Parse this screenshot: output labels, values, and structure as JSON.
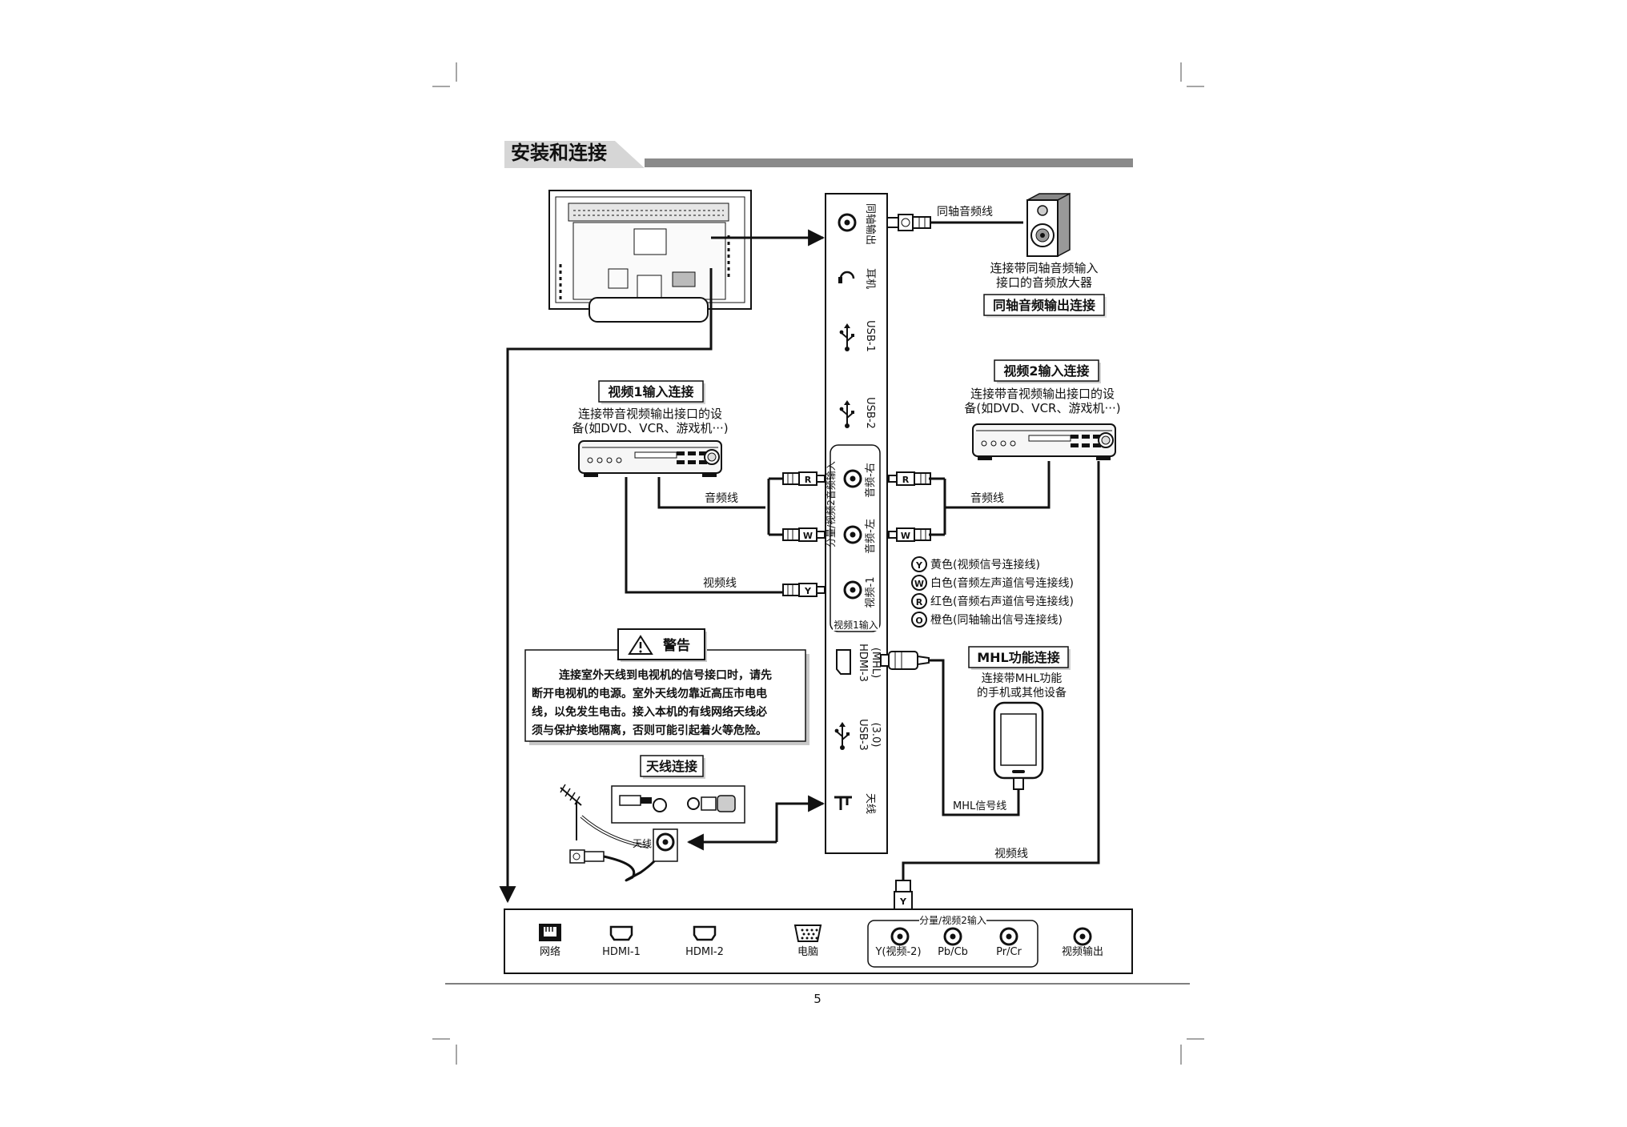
{
  "section_title": "安装和连接",
  "page_number": "5",
  "coax": {
    "port_label": "同轴输出",
    "cable_label": "同轴音频线",
    "desc_line1": "连接带同轴音频输入",
    "desc_line2": "接口的音频放大器",
    "title": "同轴音频输出连接"
  },
  "side_ports": {
    "earphone": "耳机",
    "usb1": "USB-1",
    "usb2": "USB-2",
    "group_label": "分量/视频2音频输入",
    "audio_right": "音频-右",
    "audio_left": "音频-左",
    "video1": "视频-1",
    "video1_group": "视频1输入",
    "hdmi3_line1": "HDMI-3",
    "hdmi3_line2": "(MHL)",
    "usb3_line1": "USB-3",
    "usb3_line2": "(3.0)",
    "antenna": "天线"
  },
  "video1": {
    "title": "视频1输入连接",
    "desc_line1": "连接带音视频输出接口的设",
    "desc_line2": "备(如DVD、VCR、游戏机···)",
    "audio_cable": "音频线",
    "video_cable": "视频线"
  },
  "video2": {
    "title": "视频2输入连接",
    "desc_line1": "连接带音视频输出接口的设",
    "desc_line2": "备(如DVD、VCR、游戏机···)",
    "audio_cable": "音频线",
    "video_cable": "视频线"
  },
  "plug_letters": {
    "r": "R",
    "w": "W",
    "y": "Y"
  },
  "legend": [
    {
      "letter": "Y",
      "text": "黄色(视频信号连接线)"
    },
    {
      "letter": "W",
      "text": "白色(音频左声道信号连接线)"
    },
    {
      "letter": "R",
      "text": "红色(音频右声道信号连接线)"
    },
    {
      "letter": "O",
      "text": "橙色(同轴输出信号连接线)"
    }
  ],
  "warning": {
    "title": "警告",
    "line1": "连接室外天线到电视机的信号接口时，请先",
    "line2": "断开电视机的电源。室外天线勿靠近高压市电电",
    "line3": "线，以免发生电击。接入本机的有线网络天线必",
    "line4": "须与保护接地隔离，否则可能引起着火等危险。"
  },
  "mhl": {
    "title": "MHL功能连接",
    "desc_line1": "连接带MHL功能",
    "desc_line2": "的手机或其他设备",
    "cable": "MHL信号线"
  },
  "antenna_section": {
    "title": "天线连接",
    "jack_label": "天线"
  },
  "bottom_ports": {
    "network": "网络",
    "hdmi1": "HDMI-1",
    "hdmi2": "HDMI-2",
    "pc": "电脑",
    "component_group": "分量/视频2输入",
    "y_video2": "Y(视频-2)",
    "pb": "Pb/Cb",
    "pr": "Pr/Cr",
    "video_out": "视频输出"
  }
}
